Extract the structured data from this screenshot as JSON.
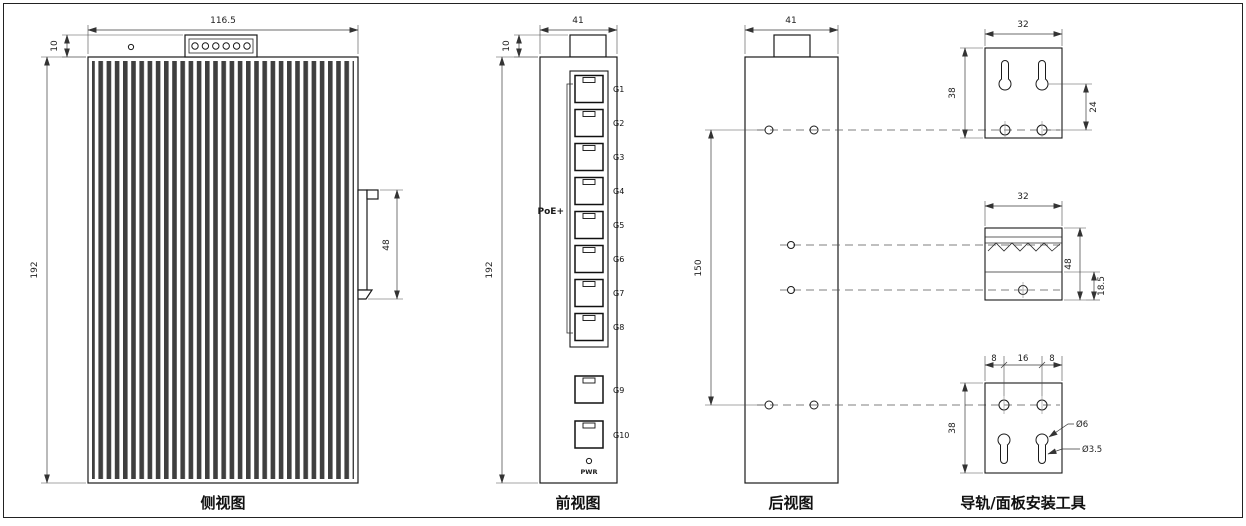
{
  "side_view": {
    "label": "侧视图",
    "dim_width": "116.5",
    "dim_top_offset": "10",
    "dim_height": "192",
    "dim_clip_height": "48"
  },
  "front_view": {
    "label": "前视图",
    "dim_width": "41",
    "dim_top_offset": "10",
    "dim_height": "192",
    "poe_label": "PoE+",
    "ports": [
      "G1",
      "G2",
      "G3",
      "G4",
      "G5",
      "G6",
      "G7",
      "G8"
    ],
    "port_9": "G9",
    "port_10": "G10",
    "pwr_label": "PWR"
  },
  "rear_view": {
    "label": "后视图",
    "dim_width": "41",
    "dim_hole_spacing": "150"
  },
  "mount_tools": {
    "label": "导轨/面板安装工具",
    "top_bracket": {
      "dim_width": "32",
      "dim_height": "38",
      "dim_hole_gap": "24"
    },
    "din_clip": {
      "dim_width": "32",
      "dim_height": "48",
      "dim_lower": "18.5"
    },
    "bottom_bracket": {
      "dim_left": "8",
      "dim_center": "16",
      "dim_right": "8",
      "dim_height": "38",
      "callout_hole": "Ø6",
      "callout_slot": "Ø3.5"
    }
  }
}
